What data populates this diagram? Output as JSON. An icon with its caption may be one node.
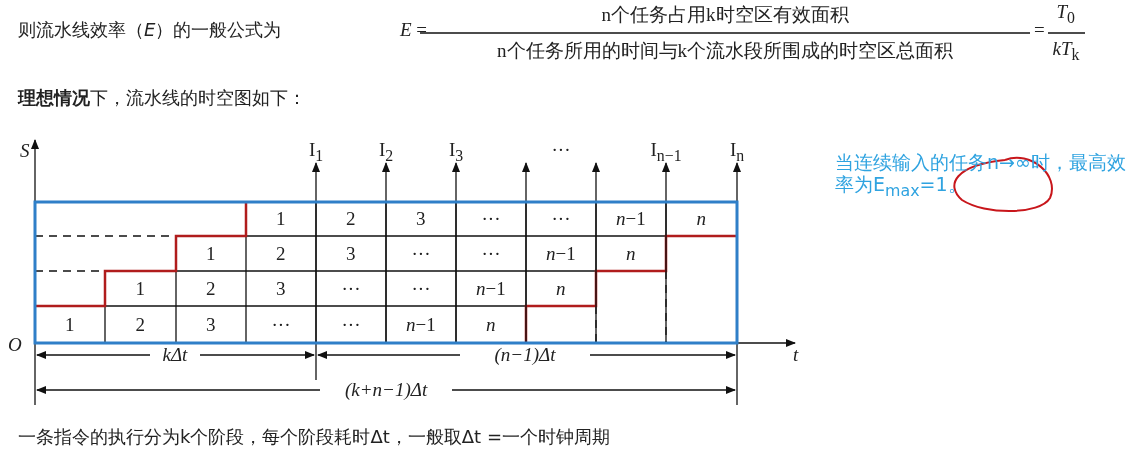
{
  "diagram": {
    "labels": [
      "则流水线效率（*E*）的一般公式为",
      "*E* =",
      "n个任务占用k时空区有效面积",
      "n个任务所用的时间与k个流水段所围成的时空区总面积",
      "=",
      "*T*$_{0}$",
      "*kT*$_{k}$",
      "**理想情况**下，流水线的时空图如下：",
      "*S*",
      "I$_{1}$",
      "I$_{2}$",
      "I$_{3}$",
      "···",
      "I$_{n−1}$",
      "I$_{n}$",
      "当连续输入的任务n→∞时，最高效率为E$_{max}$=1。",
      "1",
      "2",
      "3",
      "···",
      "···",
      "*n*−1",
      "*n*",
      "1",
      "2",
      "3",
      "···",
      "···",
      "*n*−1",
      "*n*",
      "1",
      "2",
      "3",
      "···",
      "···",
      "*n*−1",
      "*n*",
      "1",
      "2",
      "3",
      "···",
      "···",
      "*n*−1",
      "*n*",
      "*O*",
      "kΔt",
      "(n−1)Δt",
      "*t*",
      "(k+n−1)Δt",
      "一条指令的执行分为k个阶段，每个阶段耗时Δt，一般取Δt =一个时钟周期"
    ]
  }
}
